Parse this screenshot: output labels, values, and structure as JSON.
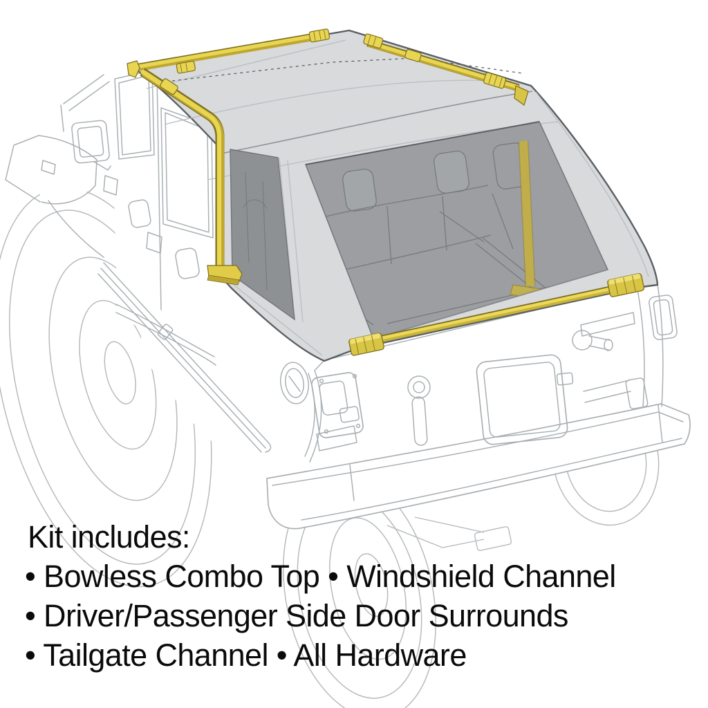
{
  "illustration": {
    "subject": "4-door Jeep-style SUV line drawing, rear three-quarter view, soft top kit highlighted",
    "highlighted_parts": [
      "windshield-channel-rail",
      "driver-side-door-surround",
      "passenger-side-door-surround",
      "tailgate-channel"
    ],
    "colors": {
      "background": "#ffffff",
      "highlight": "#e8d653",
      "highlight_shade": "#bfa72f",
      "highlight_outline": "#7d6e1f",
      "top": "#d8dadc",
      "top_outline": "#5a5f63",
      "glass": "#97999c",
      "quarter_glass": "#8a8d90",
      "line": "#aab0b4",
      "interior_line": "#74797d",
      "text": "#0a0a0a"
    }
  },
  "kit": {
    "heading": "Kit includes:",
    "lines": [
      "• Bowless Combo Top • Windshield Channel",
      "• Driver/Passenger Side Door Surrounds",
      "• Tailgate Channel • All Hardware"
    ],
    "items": [
      "Bowless Combo Top",
      "Windshield Channel",
      "Driver/Passenger Side Door Surrounds",
      "Tailgate Channel",
      "All Hardware"
    ]
  }
}
